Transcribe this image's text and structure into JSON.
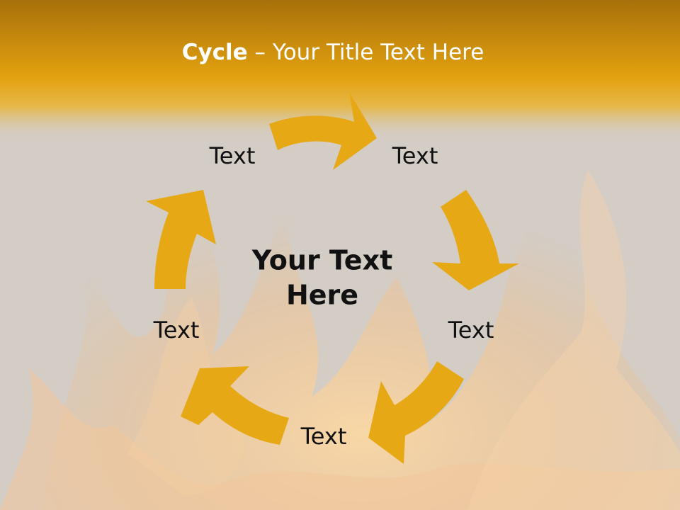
{
  "slide": {
    "title_bold": "Cycle",
    "title_rest": " – Your Title Text Here",
    "center_line1": "Your Text",
    "center_line2": "Here",
    "nodes": [
      "Text",
      "Text",
      "Text",
      "Text",
      "Text"
    ]
  },
  "colors": {
    "header_band": "#e3a20f",
    "arrow": "#e6a915",
    "background": "#d6d0c8"
  }
}
